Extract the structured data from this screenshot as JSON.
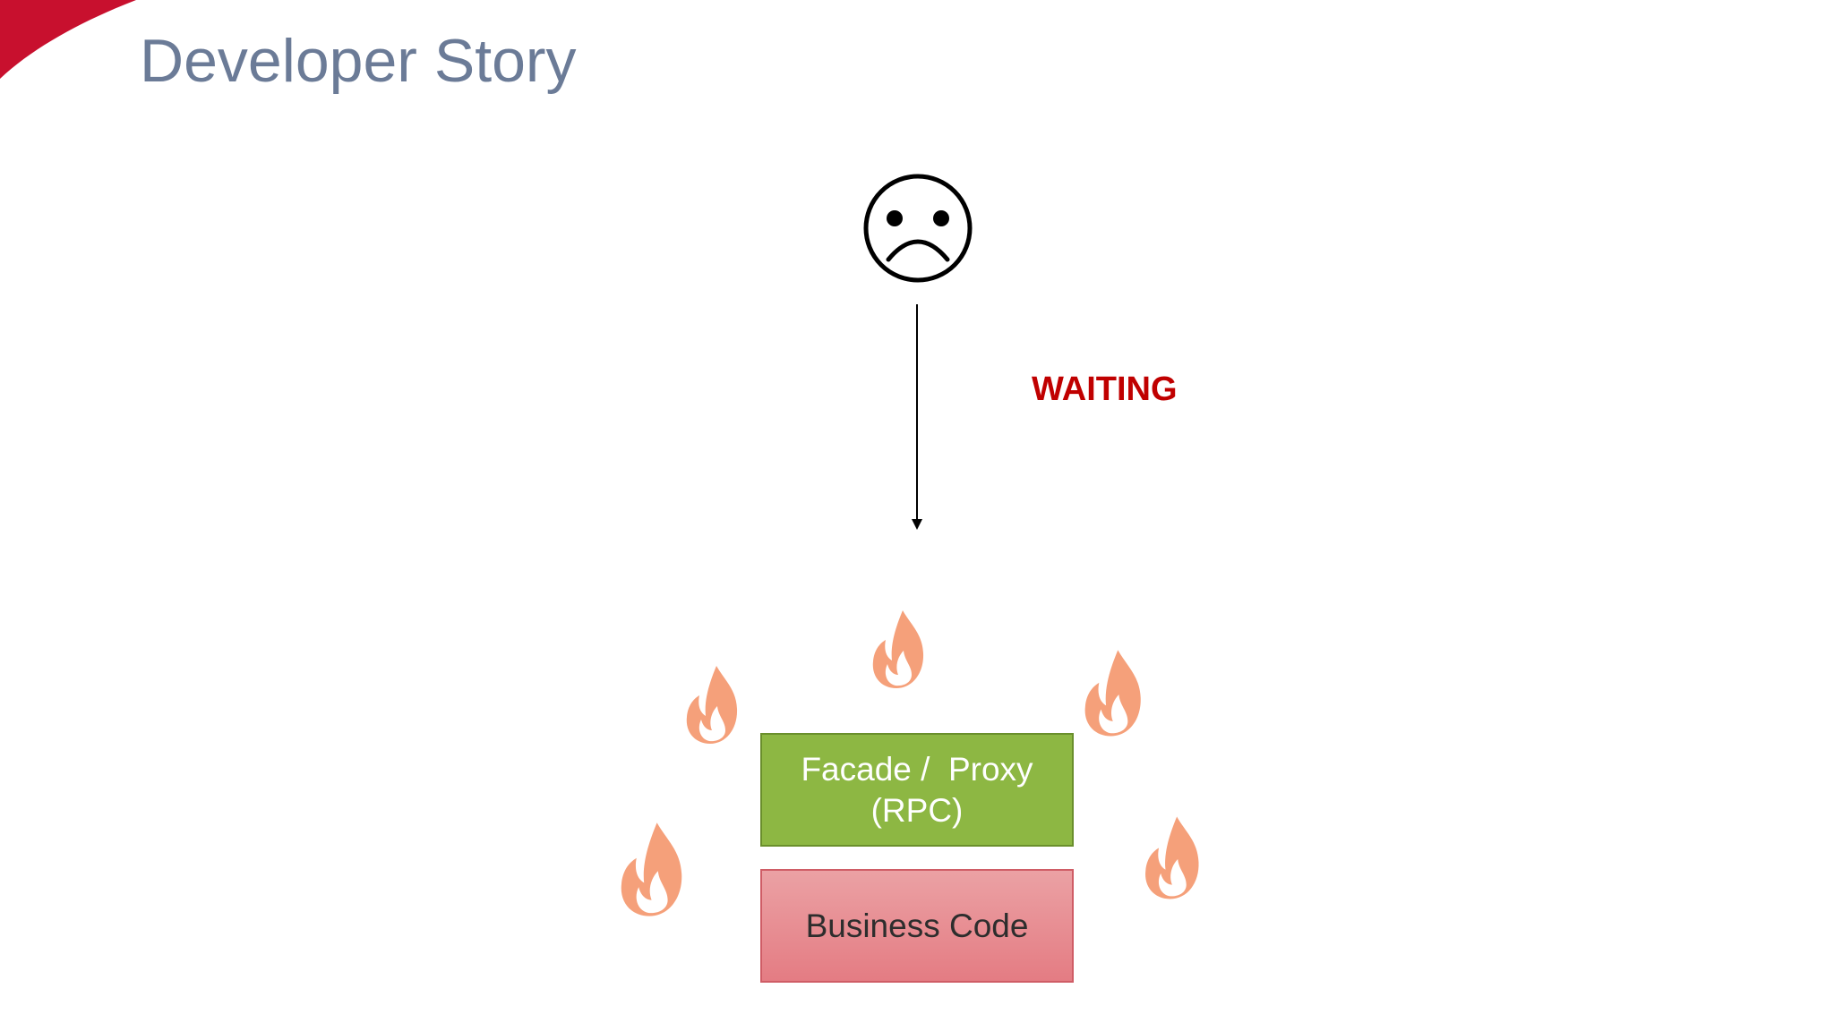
{
  "slide": {
    "title": "Developer Story",
    "accent_color": "#c8102e",
    "title_color": "#6b7b97"
  },
  "diagram": {
    "actor_icon": "sad-face-icon",
    "arrow_label": "WAITING",
    "arrow_label_color": "#c00000",
    "facade_box": {
      "line1": "Facade /  Proxy",
      "line2": "(RPC)",
      "color": "#8db743"
    },
    "business_box": {
      "label": "Business Code",
      "color": "#e8888e"
    },
    "flame_icon": "flame-icon",
    "flame_color": "#f5a07a"
  }
}
